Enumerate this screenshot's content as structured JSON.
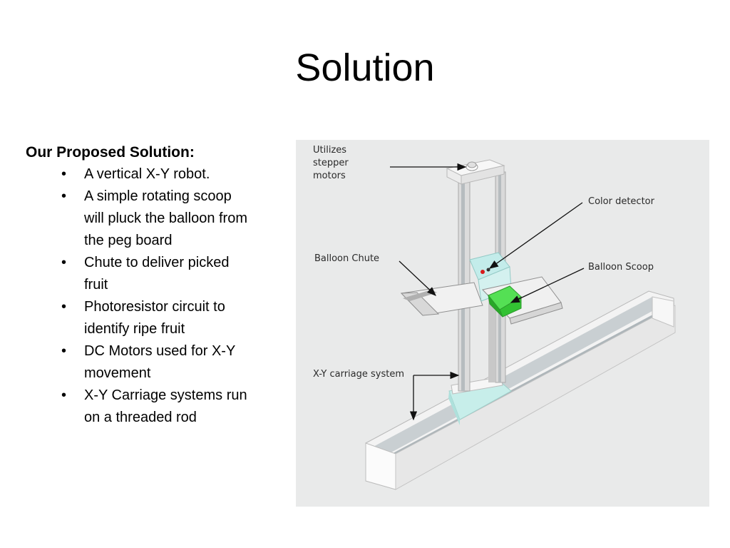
{
  "slide": {
    "title": "Solution"
  },
  "left": {
    "heading": "Our Proposed Solution:",
    "bullets": [
      "A vertical X-Y robot.",
      "A simple rotating scoop will pluck the balloon from the peg board",
      "Chute to deliver picked fruit",
      "Photoresistor circuit to identify ripe fruit",
      "DC Motors used for X-Y movement",
      "X-Y Carriage systems run on a threaded rod"
    ]
  },
  "figure": {
    "labels": {
      "utilizes": [
        "Utilizes",
        "stepper",
        "motors"
      ],
      "color_detector": "Color detector",
      "balloon_chute": "Balloon Chute",
      "balloon_scoop": "Balloon Scoop",
      "carriage": "X-Y carriage system"
    },
    "colors": {
      "background": "#e9eaea",
      "frame": "#f4f4f4",
      "rail": "#bcc3c6",
      "accent_cyan": "#bde9e6",
      "scoop_green": "#3fd43f",
      "detector_red": "#d81b1b"
    }
  }
}
